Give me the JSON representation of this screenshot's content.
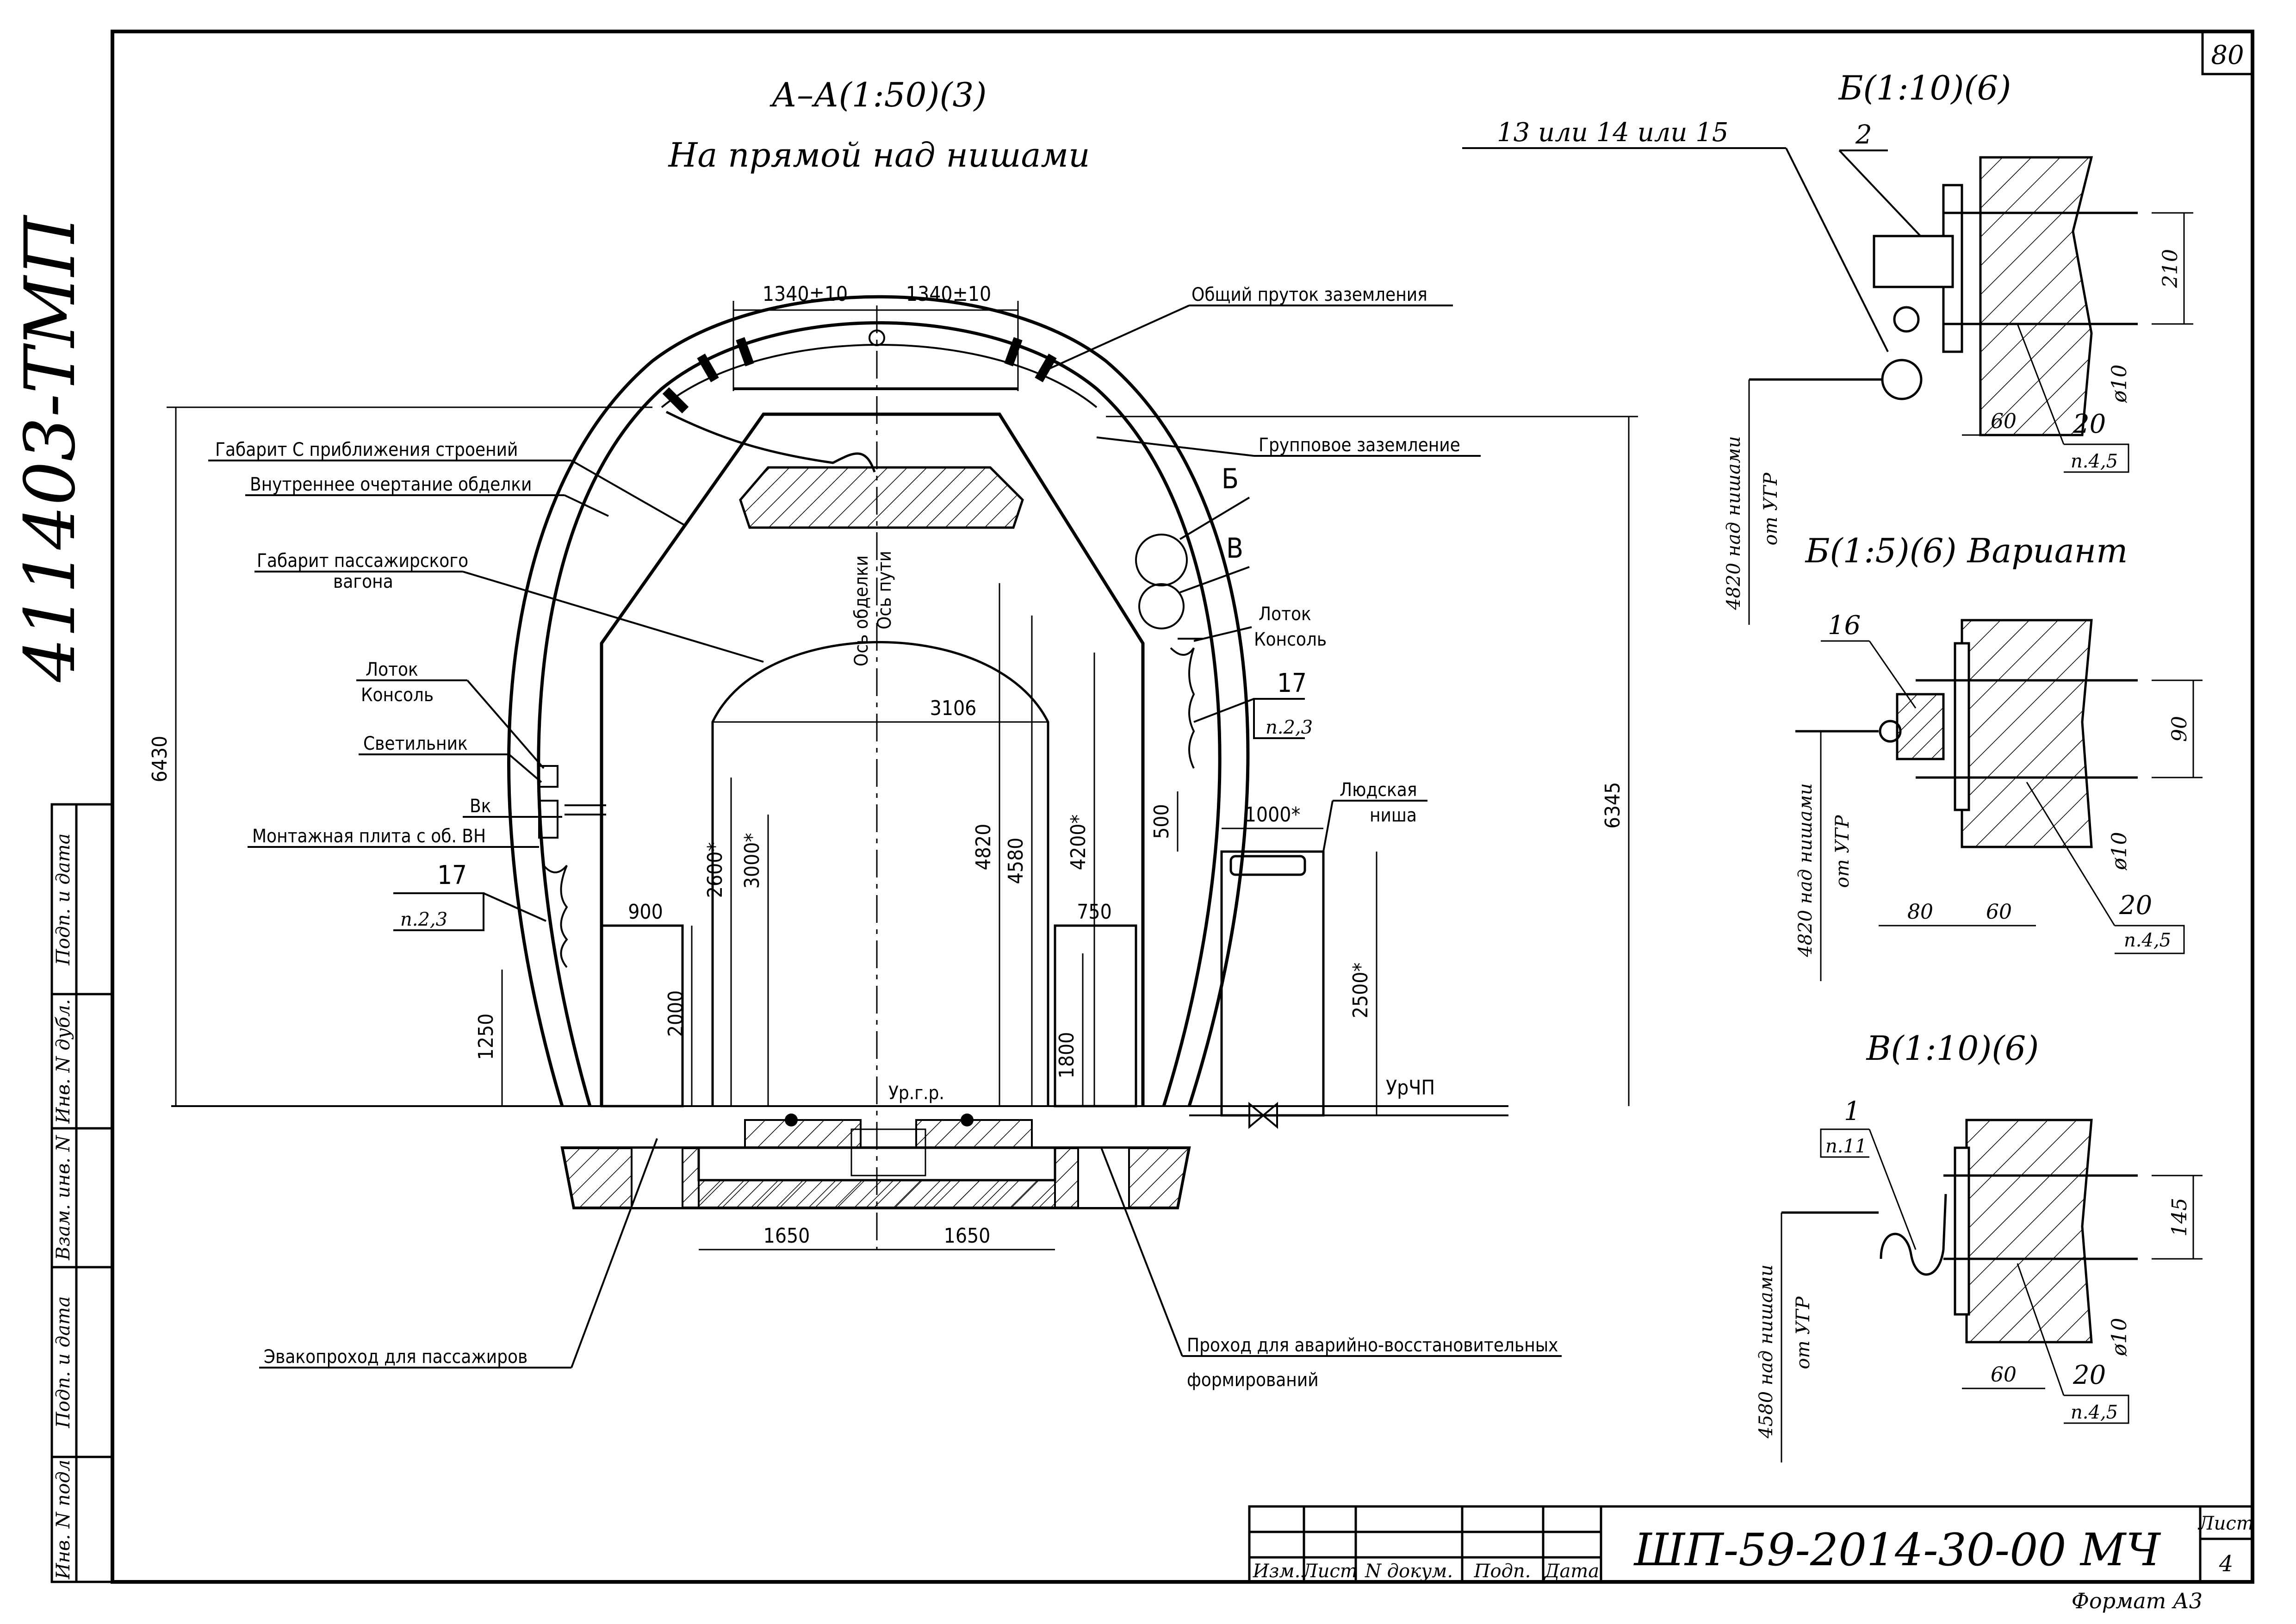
{
  "sheet": {
    "code": "411403-ТМП",
    "corner_number": "80",
    "sheet_label": "Лист",
    "sheet_number": "4",
    "doc_code": "ШП-59-2014-30-00 МЧ",
    "format": "Формат А3"
  },
  "side_stamp": [
    "Инв. N подл",
    "Подп. и дата",
    "Взам. инв. N",
    "Инв. N дубл.",
    "Подп. и дата"
  ],
  "title_block": {
    "izm": "Изм.",
    "list": "Лист",
    "n_dokum": "N докум.",
    "podp": "Подп.",
    "data": "Дата"
  },
  "main_view": {
    "title": "А–А(1:50)(3)",
    "subtitle": "На прямой над нишами",
    "labels": {
      "ground_rod": "Общий пруток заземления",
      "group_ground": "Групповое заземление",
      "clearance_c": "Габарит С приближения строений",
      "inner_outline": "Внутреннее очертание обделки",
      "car_clearance_1": "Габарит пассажирского",
      "car_clearance_2": "вагона",
      "tray_left": "Лоток",
      "console_left": "Консоль",
      "lamp": "Светильник",
      "vk": "Вк",
      "mount_plate": "Монтажная плита с об. ВН",
      "tray_right": "Лоток",
      "console_right": "Консоль",
      "niche_1": "Людская",
      "niche_2": "ниша",
      "urchp": "УрЧП",
      "urgr": "Ур.г.р.",
      "axis_lining": "Ось обделки",
      "axis_track": "Ось пути",
      "evac": "Эвакопроход для пассажиров",
      "rescue_1": "Проход для аварийно-восстановительных",
      "rescue_2": "формирований",
      "callout_b": "Б",
      "callout_v": "В",
      "item17_left": "17",
      "item17_left_note": "п.2,3",
      "item17_right": "17",
      "item17_right_note": "п.2,3"
    },
    "dims": {
      "top_left": "1340±10",
      "top_right": "1340±10",
      "d6430": "6430",
      "d6345": "6345",
      "d3106": "3106",
      "d4820": "4820",
      "d4580": "4580",
      "d4200": "4200*",
      "d2600": "2600*",
      "d3000": "3000*",
      "d900": "900",
      "d750": "750",
      "d2000": "2000",
      "d1800": "1800",
      "d1250": "1250",
      "d500": "500",
      "d1000": "1000*",
      "d2500": "2500*",
      "d1650a": "1650",
      "d1650b": "1650"
    }
  },
  "detail_b1": {
    "title": "Б(1:10)(6)",
    "items": "13 или 14 или 15",
    "item2": "2",
    "d210": "210",
    "d60": "60",
    "item20": "20",
    "item20_note": "п.4,5",
    "dia": "ø10",
    "height_1": "4820 над нишами",
    "height_2": "от УГР"
  },
  "detail_b2": {
    "title": "Б(1:5)(6) Вариант",
    "item16": "16",
    "d90": "90",
    "d80": "80",
    "d60": "60",
    "dia": "ø10",
    "item20": "20",
    "item20_note": "п.4,5",
    "height_1": "4820 над нишами",
    "height_2": "от УГР"
  },
  "detail_v": {
    "title": "В(1:10)(6)",
    "item1": "1",
    "item1_note": "п.11",
    "d145": "145",
    "d60": "60",
    "dia": "ø10",
    "item20": "20",
    "item20_note": "п.4,5",
    "height_1": "4580 над нишами",
    "height_2": "от УГР"
  }
}
